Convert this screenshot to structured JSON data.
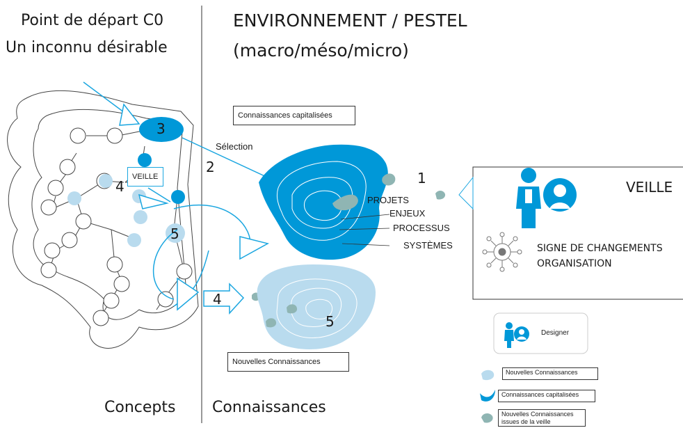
{
  "header": {
    "left_line1": "Point de départ C0",
    "left_line2": "Un inconnu désirable",
    "right_line1": "ENVIRONNEMENT / PESTEL",
    "right_line2": "(macro/méso/micro)"
  },
  "footer": {
    "left": "Concepts",
    "right": "Connaissances"
  },
  "labels": {
    "capitalised_box": "Connaissances capitalisées",
    "selection": "Sélection",
    "new_knowledge_box": "Nouvelles Connaissances",
    "veille_box": "VEILLE",
    "projets": "PROJETS",
    "enjeux": "ENJEUX",
    "processus": "PROCESSUS",
    "systemes": "SYSTÈMES"
  },
  "numbers": {
    "n3": "3",
    "n2": "2",
    "n4_left": "4",
    "n5_left": "5",
    "n1": "1",
    "n4_arrow": "4",
    "n5_blob": "5"
  },
  "veille_panel": {
    "title": "VEILLE",
    "signal_line1": "SIGNE DE CHANGEMENTS",
    "signal_line2": "ORGANISATION",
    "person_icon": "person-icon",
    "network_icon": "network-gear-icon"
  },
  "legend": {
    "designer": "Designer",
    "item1": "Nouvelles Connaissances",
    "item2": "Connaissances capitalisées",
    "item3_line1": "Nouvelles Connaissances",
    "item3_line2": "issues de la veille"
  },
  "colors": {
    "dark_blue": "#0098d8",
    "light_blue": "#b9dbee",
    "grey_green": "#8fb5b3",
    "line": "#333333",
    "arrow": "#1aa6e0"
  }
}
